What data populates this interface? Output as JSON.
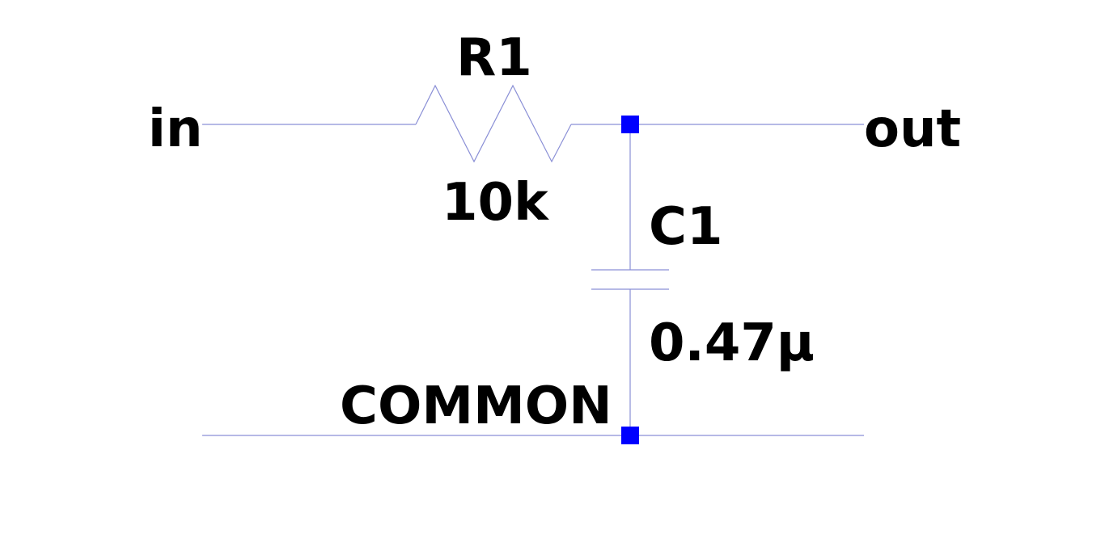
{
  "nets": {
    "input": "in",
    "output": "out",
    "ground": "COMMON"
  },
  "resistor": {
    "ref": "R1",
    "value": "10k"
  },
  "capacitor": {
    "ref": "C1",
    "value": "0.47µ"
  },
  "colors": {
    "wire": "#8a8fd6",
    "junction": "#0000ff",
    "text": "#000000",
    "background": "#ffffff"
  }
}
